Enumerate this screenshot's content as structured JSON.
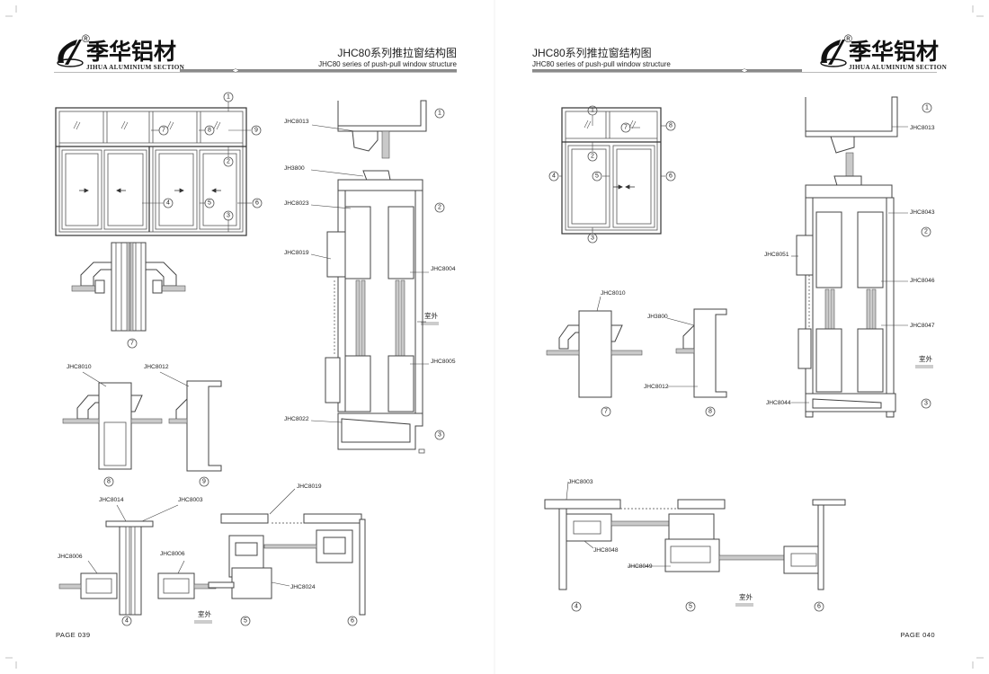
{
  "brand": {
    "name_cn": "季华铝材",
    "name_en": "JIHUA ALUMINIUM SECTION",
    "registered_mark": "®"
  },
  "pages": [
    {
      "title_cn": "JHC80系列推拉窗结构图",
      "title_en": "JHC80 series of push-pull window structure",
      "page_number": "PAGE 039"
    },
    {
      "title_cn": "JHC80系列推拉窗结构图",
      "title_en": "JHC80 series of push-pull window structure",
      "page_number": "PAGE 040"
    }
  ],
  "profile_codes": {
    "p1": [
      "JHC8013",
      "JH3800",
      "JHC8023",
      "JHC8019",
      "JHC8004",
      "JHC8005",
      "JHC8022",
      "JHC8010",
      "JHC8012",
      "JHC8014",
      "JHC8003",
      "JHC8006",
      "JHC8006",
      "JHC8019",
      "JHC8024"
    ],
    "p2": [
      "JHC8013",
      "JHC8043",
      "JHC8051",
      "JHC8046",
      "JHC8047",
      "JHC8044",
      "JHC8010",
      "JH3800",
      "JHC8012",
      "JHC8003",
      "JHC8048",
      "JHC8049"
    ]
  },
  "outdoor_label": "室外",
  "callouts": [
    "1",
    "2",
    "3",
    "4",
    "5",
    "6",
    "7",
    "8",
    "9"
  ],
  "colors": {
    "line": "#444444",
    "glass": "#c9c9c9",
    "accent_bar": "#8a8a8a"
  }
}
